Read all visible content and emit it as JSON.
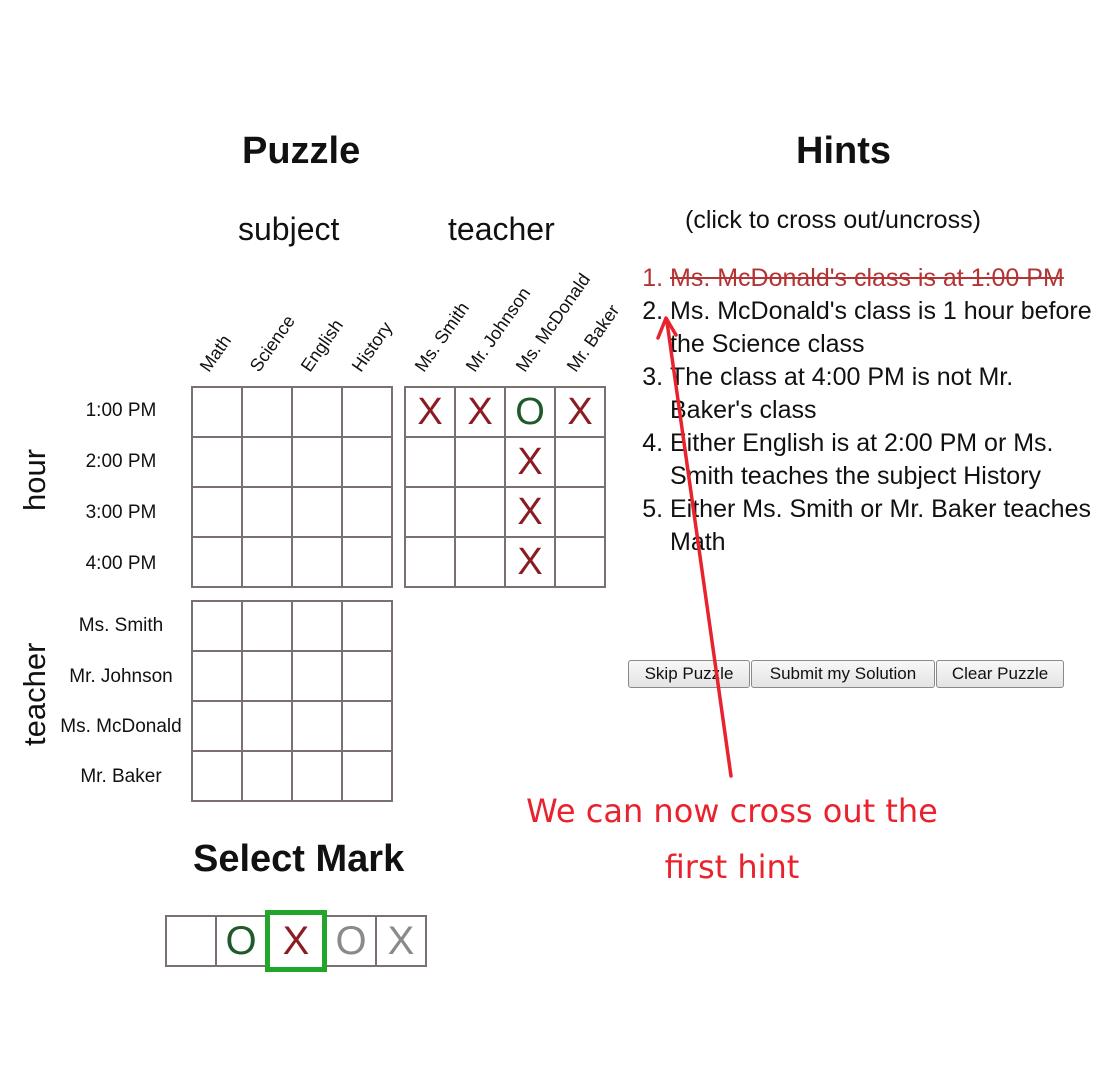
{
  "puzzle": {
    "title": "Puzzle",
    "column_groups": [
      "subject",
      "teacher"
    ],
    "subject_columns": [
      "Math",
      "Science",
      "English",
      "History"
    ],
    "teacher_columns": [
      "Ms. Smith",
      "Mr. Johnson",
      "Ms. McDonald",
      "Mr. Baker"
    ],
    "row_groups": [
      "hour",
      "teacher"
    ],
    "hour_rows": [
      "1:00 PM",
      "2:00 PM",
      "3:00 PM",
      "4:00 PM"
    ],
    "teacher_rows": [
      "Ms. Smith",
      "Mr. Johnson",
      "Ms. McDonald",
      "Mr. Baker"
    ],
    "grids": {
      "hour_subject": [
        [
          "",
          "",
          "",
          ""
        ],
        [
          "",
          "",
          "",
          ""
        ],
        [
          "",
          "",
          "",
          ""
        ],
        [
          "",
          "",
          "",
          ""
        ]
      ],
      "hour_teacher": [
        [
          "X",
          "X",
          "O",
          "X"
        ],
        [
          "",
          "",
          "X",
          ""
        ],
        [
          "",
          "",
          "X",
          ""
        ],
        [
          "",
          "",
          "X",
          ""
        ]
      ],
      "teacher_subject": [
        [
          "",
          "",
          "",
          ""
        ],
        [
          "",
          "",
          "",
          ""
        ],
        [
          "",
          "",
          "",
          ""
        ],
        [
          "",
          "",
          "",
          ""
        ]
      ]
    }
  },
  "hints": {
    "title": "Hints",
    "subtitle": "(click to cross out/uncross)",
    "items": [
      {
        "text": "Ms. McDonald's class is at 1:00 PM",
        "crossed": true
      },
      {
        "text": "Ms. McDonald's class is 1 hour before the Science class",
        "crossed": false
      },
      {
        "text": "The class at 4:00 PM is not Mr. Baker's class",
        "crossed": false
      },
      {
        "text": "Either English is at 2:00 PM or Ms. Smith teaches the subject History",
        "crossed": false
      },
      {
        "text": "Either Ms. Smith or Mr. Baker teaches Math",
        "crossed": false
      }
    ]
  },
  "buttons": {
    "skip": "Skip Puzzle",
    "submit": "Submit my Solution",
    "clear": "Clear Puzzle"
  },
  "select_mark": {
    "title": "Select Mark",
    "options": [
      "",
      "O",
      "X",
      "O",
      "X"
    ],
    "selected_index": 2
  },
  "colors": {
    "x_mark": "#8b1c24",
    "o_mark": "#1f5a2a",
    "gray_mark": "#8a8a8a",
    "selected_border": "#22a62a",
    "annotation": "#e8232e",
    "crossed_hint": "#b23434"
  },
  "annotation": {
    "text": "We can now cross out the first hint"
  }
}
